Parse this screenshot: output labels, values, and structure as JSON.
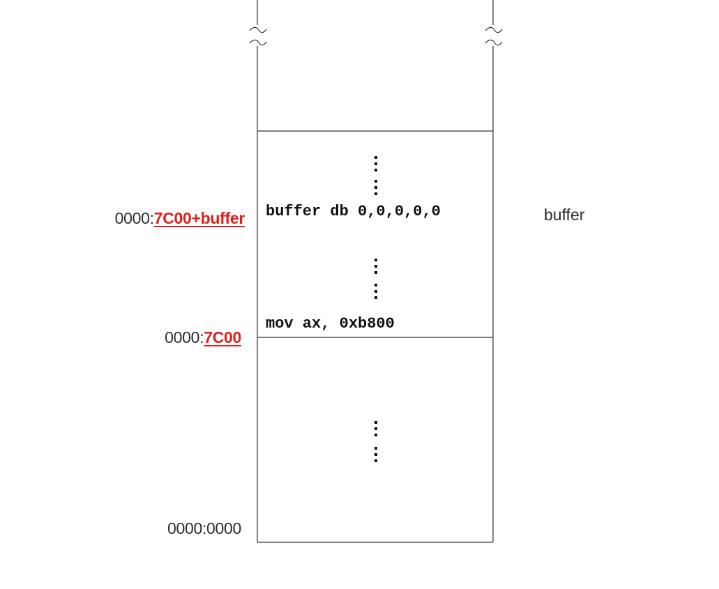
{
  "addresses": {
    "buffer": {
      "segment": "0000:",
      "offset": "7C00+buffer"
    },
    "code_start": {
      "segment": "0000:",
      "offset": "7C00"
    },
    "bottom": {
      "text": "0000:0000"
    }
  },
  "code_lines": {
    "buffer_decl": "buffer db 0,0,0,0,0",
    "mov_instr": "mov ax, 0xb800"
  },
  "side_label": "buffer",
  "colors": {
    "highlight": "#e0201c",
    "line": "#333333",
    "text": "#2d2d2d"
  }
}
